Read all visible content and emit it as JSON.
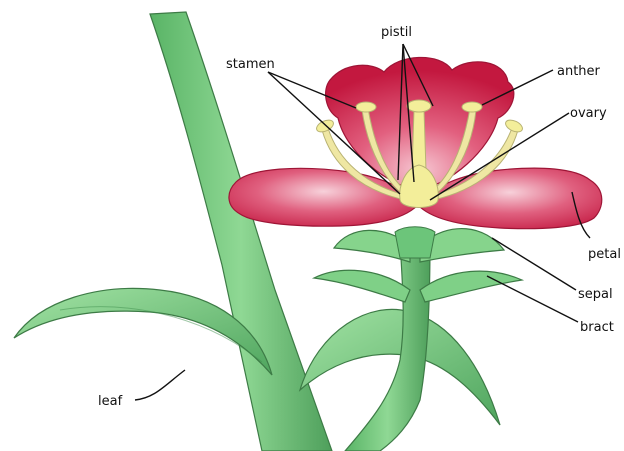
{
  "labels": {
    "pistil": "pistil",
    "stamen": "stamen",
    "anther": "anther",
    "ovary": "ovary",
    "petal": "petal",
    "sepal": "sepal",
    "bract": "bract",
    "leaf": "leaf"
  },
  "colors": {
    "petal_outer": "#c8244a",
    "petal_inner": "#f3b6c4",
    "stamen": "#efe7a3",
    "pistil": "#f3ee9a",
    "stem": "#6cc57a",
    "leaf_light": "#92dc95",
    "leaf_dark": "#4fa55e",
    "outline": "#3d7b46"
  },
  "icons": [
    "flower-illustration"
  ]
}
